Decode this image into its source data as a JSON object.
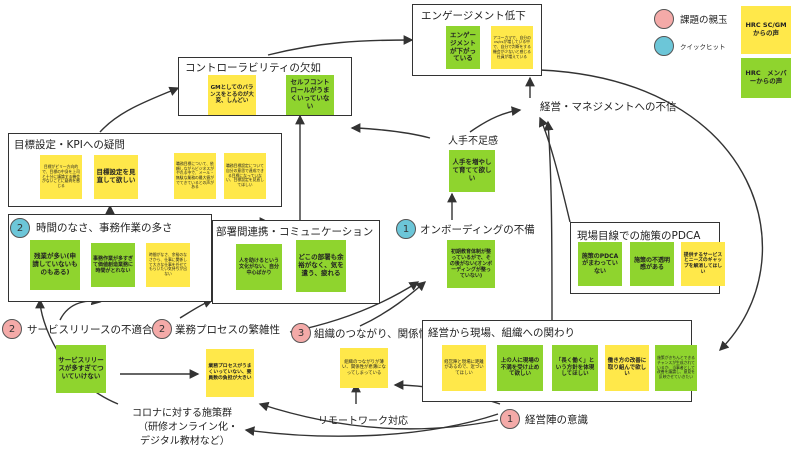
{
  "legend": {
    "pink_label": "課題の親玉",
    "blue_label": "クイックヒット",
    "yellow_label": "HRC SC/GMからの声",
    "green_label": "HRC　メンバーからの声"
  },
  "engagement": {
    "title": "エンゲージメント低下",
    "notes": [
      "エンゲージメントが下がっている",
      "アコーカマで、自分のcs/csが増している中で、自分で判断をする機会が少ないと感じる社員が増えている"
    ]
  },
  "controllability": {
    "title": "コントローラビリティの欠如",
    "notes": [
      "GMとしてのバランスをとるのが大変、しんどい",
      "セルフコントロールがうまくいっていない"
    ]
  },
  "management_distrust": "経営・マネジメントへの不信",
  "kpi": {
    "title": "目標設定・KPIへの疑問",
    "notes": [
      "目標がピリ一方向的で、目標の中身を上司と十分に議論する機会がないことに疑問を感じる",
      "目標設定を見直して欲しい",
      "職務目標について、依頼しながらビジネスがやれる中で、メール・無駄な業務の最大値がでてきているとの声がある",
      "職務目標設定について自分の意思で達成できる目標になっていない、目標設定を見直してほしい"
    ]
  },
  "labor_shortage": {
    "label": "人手不足感",
    "note": "人手を増やして育てて欲しい"
  },
  "busy": {
    "badge": "2",
    "title": "時間のなさ、事務作業の多さ",
    "notes": [
      "残業が多い(申請していないものもある)",
      "事務作業が多すぎて価値創造業務に時間がとれない",
      "時間がなさ、余裕のなさから、仕事に関係して大きな仕事を任せてもらいたい気持ちが出ない"
    ]
  },
  "cross_dept": {
    "title": "部署間連携・コミュニケーション",
    "notes": [
      "人を助けるという文化がない、自分中心ばかり",
      "どこの部署も余裕がなく、気を遣う、疲れる"
    ]
  },
  "onboarding": {
    "badge": "1",
    "label": "オンボーディングの不備",
    "note": "初期教育体制が整っているがで、その後がない(オンボーディングが整っていない)"
  },
  "pdca": {
    "title": "現場目線での施策のPDCA",
    "notes": [
      "施策のPDCAがまわっていない",
      "施策の不透明感がある",
      "提供するサービスとニーズのギャップを解消してほしい"
    ]
  },
  "service": {
    "badge": "2",
    "label": "サービスリリースの不適合",
    "note": "サービスリリースが多すぎてついていけない"
  },
  "process": {
    "badge": "2",
    "label": "業務プロセスの繁雑性",
    "note": "業務プロセスがうまくいっていない、要員数の負担が大きい"
  },
  "org": {
    "badge": "3",
    "label": "組織のつながり、関係性",
    "note": "組織のつながりが薄い、関係性が希薄になってしまっている"
  },
  "mgmt_relation": {
    "title": "経営から現場、組織への関わり",
    "notes": [
      "経営陣と現場に距離があるので、近づいてほしい",
      "上の人に現場の不満を受け止めて欲しい",
      "「長く働く」という方針を体現してほしい",
      "働き方の改善に取り組んで欲しい",
      "施策がきちんとできるチャンスが生成されているか、当事者として改善を議論し、意見を反映させていきたい"
    ]
  },
  "executive": {
    "badge": "1",
    "label": "経営陣の意識"
  },
  "remote": "リモートワーク対応",
  "corona": {
    "line1": "コロナに対する施策群",
    "line2": "（研修オンライン化・",
    "line3": "デジタル教材など）"
  }
}
